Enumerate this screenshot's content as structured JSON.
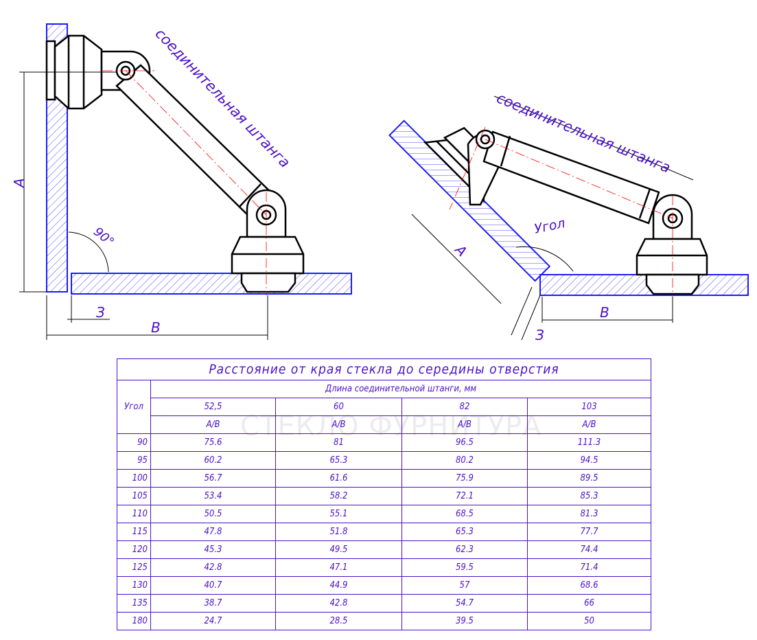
{
  "watermark": "СТЕКЛО ФУРНИТУРА",
  "colors": {
    "line": "#000000",
    "label": "#4b0fc8",
    "glass": "#1a1aff",
    "axis": "#ff0000"
  },
  "left_figure": {
    "rod_label": "соединительная штанга",
    "dim_a": "A",
    "dim_b": "B",
    "dim_gap": "З",
    "angle": "90°"
  },
  "right_figure": {
    "rod_label": "соединительная штанга",
    "dim_a": "A",
    "dim_b": "B",
    "dim_gap": "З",
    "angle": "Угол"
  },
  "table": {
    "title": "Расстояние от края стекла до середины отверстия",
    "angle_header": "Угол",
    "length_header": "Длина соединительной штанги, мм",
    "lengths": [
      "52,5",
      "60",
      "82",
      "103"
    ],
    "subheader": [
      "A/B",
      "A/B",
      "A/B",
      "A/B"
    ],
    "rows": [
      {
        "angle": "90",
        "values": [
          "75.6",
          "81",
          "96.5",
          "111.3"
        ]
      },
      {
        "angle": "95",
        "values": [
          "60.2",
          "65.3",
          "80.2",
          "94.5"
        ]
      },
      {
        "angle": "100",
        "values": [
          "56.7",
          "61.6",
          "75.9",
          "89.5"
        ]
      },
      {
        "angle": "105",
        "values": [
          "53.4",
          "58.2",
          "72.1",
          "85.3"
        ]
      },
      {
        "angle": "110",
        "values": [
          "50.5",
          "55.1",
          "68.5",
          "81.3"
        ]
      },
      {
        "angle": "115",
        "values": [
          "47.8",
          "51.8",
          "65.3",
          "77.7"
        ]
      },
      {
        "angle": "120",
        "values": [
          "45.3",
          "49.5",
          "62.3",
          "74.4"
        ]
      },
      {
        "angle": "125",
        "values": [
          "42.8",
          "47.1",
          "59.5",
          "71.4"
        ]
      },
      {
        "angle": "130",
        "values": [
          "40.7",
          "44.9",
          "57",
          "68.6"
        ]
      },
      {
        "angle": "135",
        "values": [
          "38.7",
          "42.8",
          "54.7",
          "66"
        ]
      },
      {
        "angle": "180",
        "values": [
          "24.7",
          "28.5",
          "39.5",
          "50"
        ]
      }
    ]
  }
}
